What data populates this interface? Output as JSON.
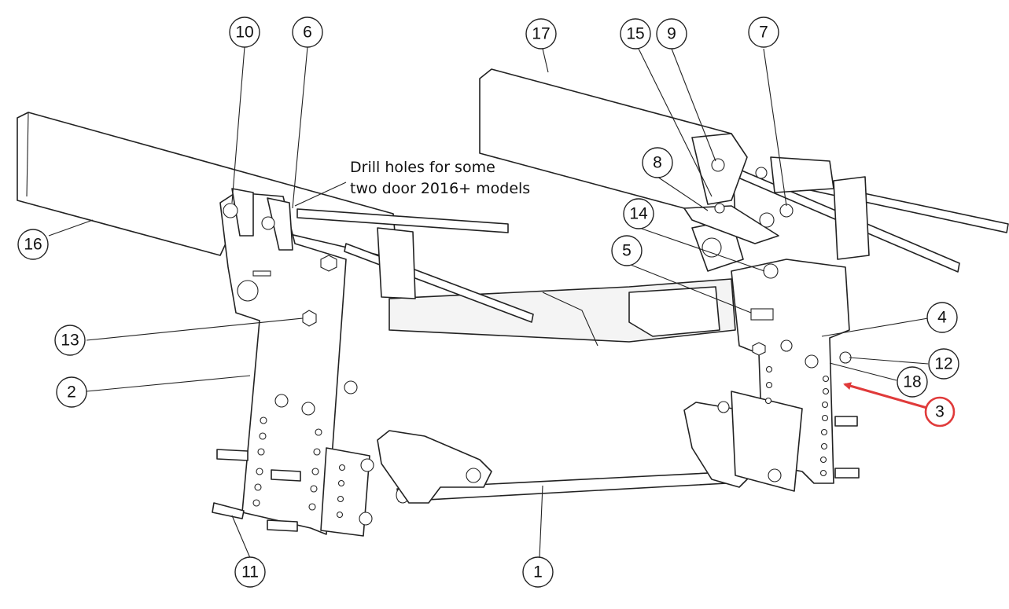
{
  "diagram": {
    "note": {
      "line1": "Drill holes for some",
      "line2": "two door 2016+ models"
    },
    "balloons": {
      "b1": "1",
      "b2": "2",
      "b3": "3",
      "b4": "4",
      "b5": "5",
      "b6": "6",
      "b7": "7",
      "b8": "8",
      "b9": "9",
      "b10": "10",
      "b11": "11",
      "b12": "12",
      "b13": "13",
      "b14": "14",
      "b15": "15",
      "b16": "16",
      "b17": "17",
      "b18": "18"
    },
    "highlighted_part": "3",
    "colors": {
      "line": "#222222",
      "highlight": "#e03a3a",
      "background": "#ffffff"
    }
  }
}
